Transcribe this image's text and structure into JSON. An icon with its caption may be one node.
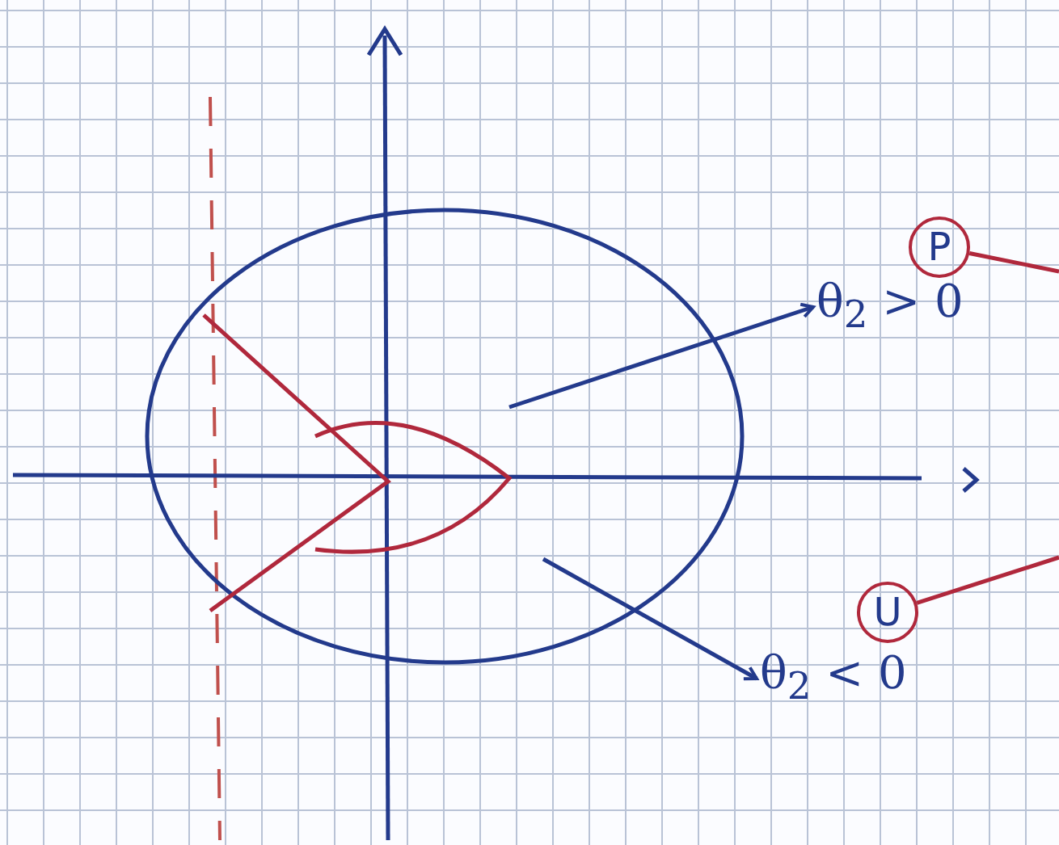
{
  "diagram": {
    "nodes": [
      {
        "text": [
          "θ$_{2}$ > 0"
        ]
      },
      {
        "text": [
          "P"
        ]
      },
      {
        "text": [
          "θ$_{2}$ < 0"
        ]
      },
      {
        "text": [
          "U"
        ]
      }
    ],
    "edges": [
      {
        "from": null,
        "to": 0,
        "arrow": "to"
      },
      {
        "from": 1,
        "to": null,
        "arrow": "none",
        "color": "#b0283c"
      },
      {
        "from": null,
        "to": 2,
        "arrow": "to"
      },
      {
        "from": 3,
        "to": null,
        "arrow": "none",
        "color": "#b0283c"
      }
    ]
  }
}
